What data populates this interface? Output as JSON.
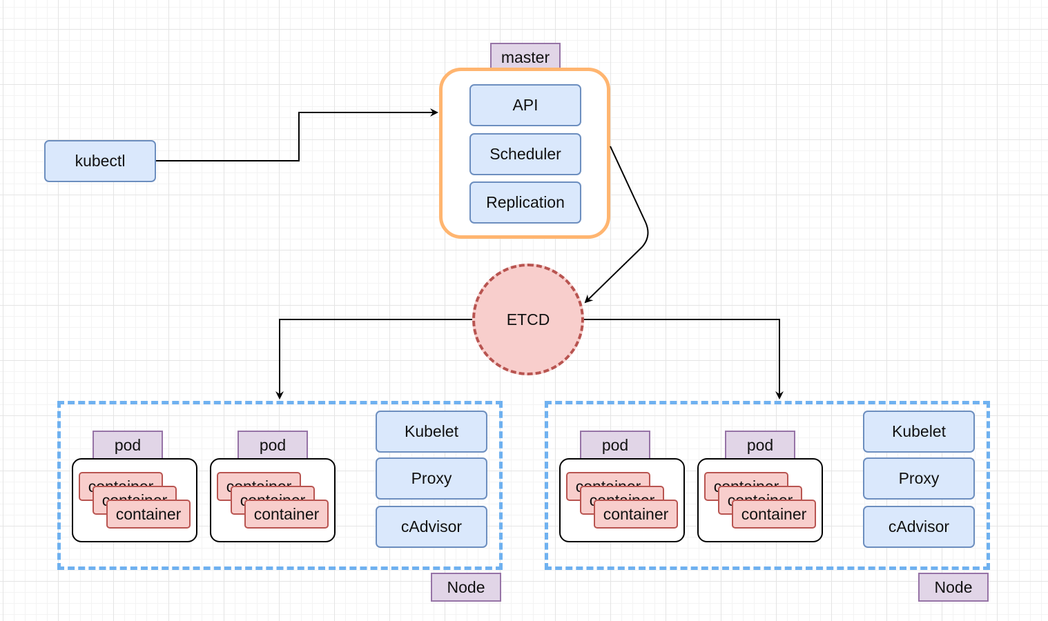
{
  "kubectl": "kubectl",
  "master": {
    "label": "master",
    "components": [
      "API",
      "Scheduler",
      "Replication"
    ],
    "border_color": "#ffb570"
  },
  "etcd": {
    "label": "ETCD",
    "fill": "#f8cecc",
    "stroke": "#b85450"
  },
  "nodes": [
    {
      "label": "Node",
      "pods": [
        {
          "label": "pod",
          "containers": [
            "container",
            "container",
            "container"
          ]
        },
        {
          "label": "pod",
          "containers": [
            "container",
            "container",
            "container"
          ]
        }
      ],
      "agents": [
        "Kubelet",
        "Proxy",
        "cAdvisor"
      ]
    },
    {
      "label": "Node",
      "pods": [
        {
          "label": "pod",
          "containers": [
            "container",
            "container",
            "container"
          ]
        },
        {
          "label": "pod",
          "containers": [
            "container",
            "container",
            "container"
          ]
        }
      ],
      "agents": [
        "Kubelet",
        "Proxy",
        "cAdvisor"
      ]
    }
  ],
  "edges": [
    {
      "from": "kubectl",
      "to": "master"
    },
    {
      "from": "master",
      "to": "etcd"
    },
    {
      "from": "etcd",
      "to": "node-1"
    },
    {
      "from": "etcd",
      "to": "node-2"
    }
  ]
}
